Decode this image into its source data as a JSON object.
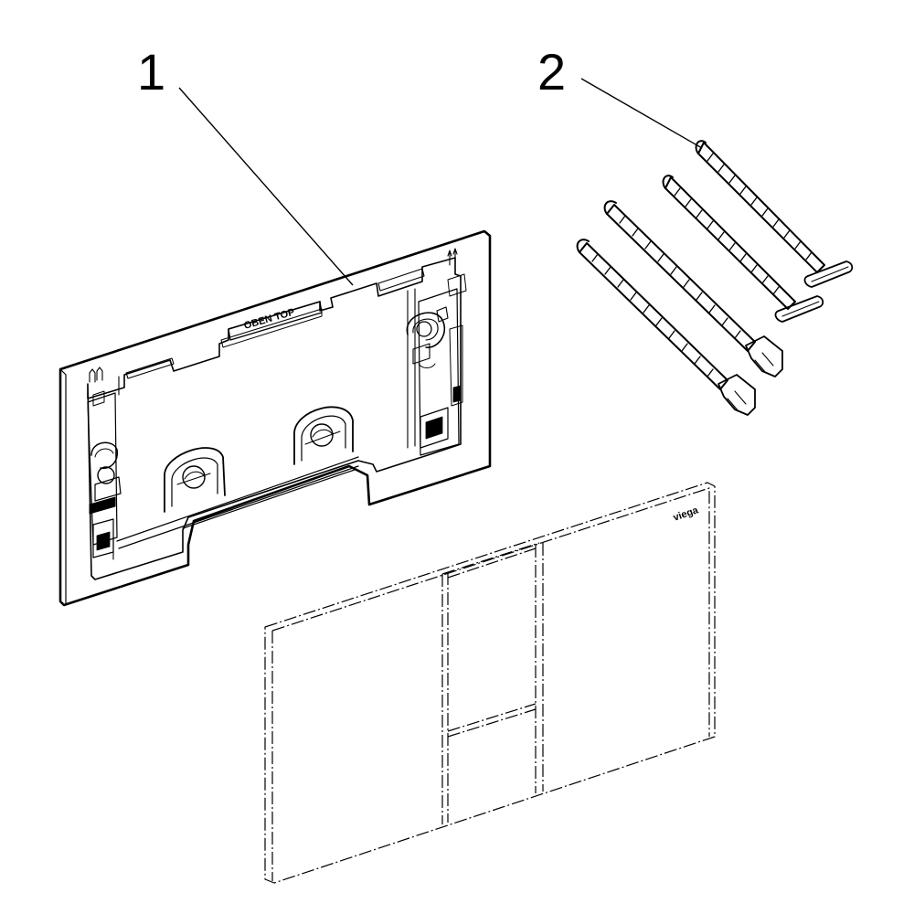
{
  "callouts": [
    {
      "number": "1"
    },
    {
      "number": "2"
    }
  ],
  "frame": {
    "stamp_text": "OBEN TOP"
  },
  "plate": {
    "brand_text": "viega"
  }
}
